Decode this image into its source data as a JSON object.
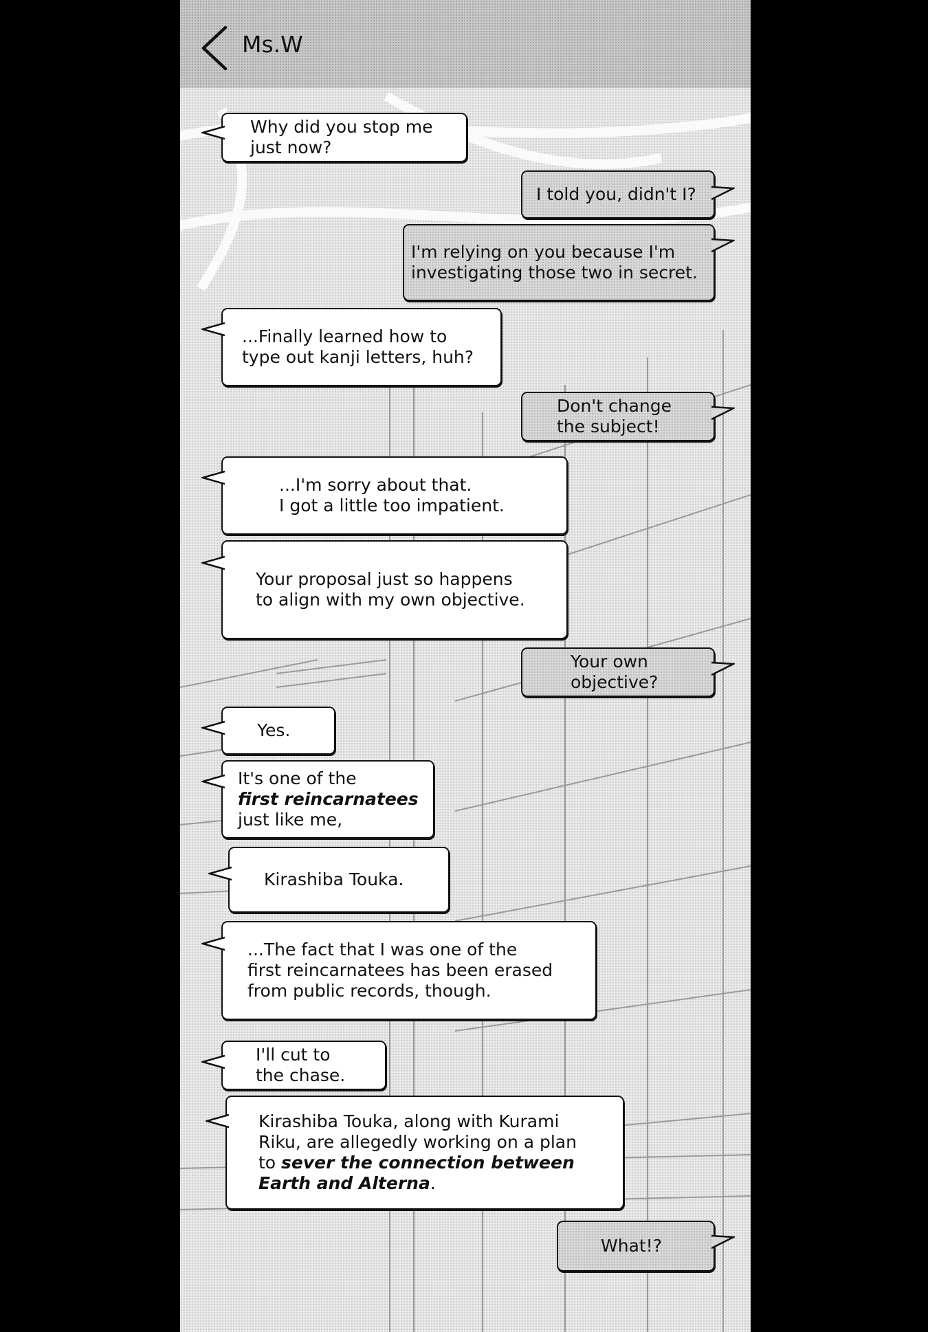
{
  "header": {
    "contact_name": "Ms.W",
    "back_icon": "chevron-left-icon"
  },
  "messages": [
    {
      "side": "in",
      "lines": [
        "Why did you stop me",
        "just now?"
      ]
    },
    {
      "side": "out",
      "lines": [
        "I told you, didn't I?"
      ]
    },
    {
      "side": "out",
      "lines": [
        "I'm relying on you because I'm",
        "investigating those two in secret."
      ]
    },
    {
      "side": "in",
      "lines": [
        "...Finally learned how to",
        "type out kanji letters, huh?"
      ]
    },
    {
      "side": "out",
      "lines": [
        "Don't change",
        "the subject!"
      ]
    },
    {
      "side": "in",
      "lines": [
        "...I'm sorry about that.",
        "I got a little too impatient."
      ]
    },
    {
      "side": "in",
      "lines": [
        "Your proposal just so happens",
        "to align with my own objective."
      ]
    },
    {
      "side": "out",
      "lines": [
        "Your own",
        "objective?"
      ]
    },
    {
      "side": "in",
      "lines": [
        "Yes."
      ]
    },
    {
      "side": "in",
      "line1": "It's one of the",
      "emph": "first reincarnatees",
      "line3": "just like me,"
    },
    {
      "side": "in",
      "lines": [
        "Kirashiba Touka."
      ]
    },
    {
      "side": "in",
      "lines": [
        "...The fact that I was one of the",
        "first reincarnatees has been erased",
        "from public records, though."
      ]
    },
    {
      "side": "in",
      "lines": [
        "I'll cut to",
        "the chase."
      ]
    },
    {
      "side": "in",
      "lead1": "Kirashiba Touka, along with Kurami",
      "lead2": "Riku, are allegedly working on a plan",
      "lead3": "to ",
      "emph1": "sever the connection between",
      "emph2": "Earth and Alterna",
      "tail": "."
    },
    {
      "side": "out",
      "lines": [
        "What!?"
      ]
    }
  ],
  "colors": {
    "screen_bg": "#e9e9e9",
    "header_bg": "#c8c8c8",
    "incoming_bubble": "#ffffff",
    "outgoing_bubble": "#d8d8d8",
    "outline": "#111111"
  }
}
